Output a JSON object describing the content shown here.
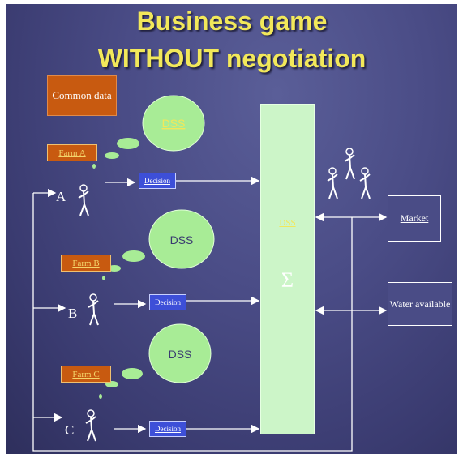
{
  "title": {
    "line1": "Business game",
    "line2": "WITHOUT negotiation"
  },
  "common_data": "Common data",
  "farms": [
    {
      "name": "Farm A",
      "label": "A",
      "decision": "Decision",
      "dss": "DSS"
    },
    {
      "name": "Farm B",
      "label": "B",
      "decision": "Decision",
      "dss": "DSS"
    },
    {
      "name": "Farm C",
      "label": "C",
      "decision": "Decision",
      "dss": "DSS"
    }
  ],
  "center": {
    "dss": "DSS",
    "symbol": "Σ"
  },
  "outputs": {
    "market": "Market",
    "water": "Water available"
  },
  "colors": {
    "background": "#4a4c86",
    "title": "#f2e85a",
    "farm_box": "#c85a10",
    "decision_box": "#3d4fd8",
    "dss_bubble": "#a8ec96",
    "center_block": "#ccf5c8"
  }
}
